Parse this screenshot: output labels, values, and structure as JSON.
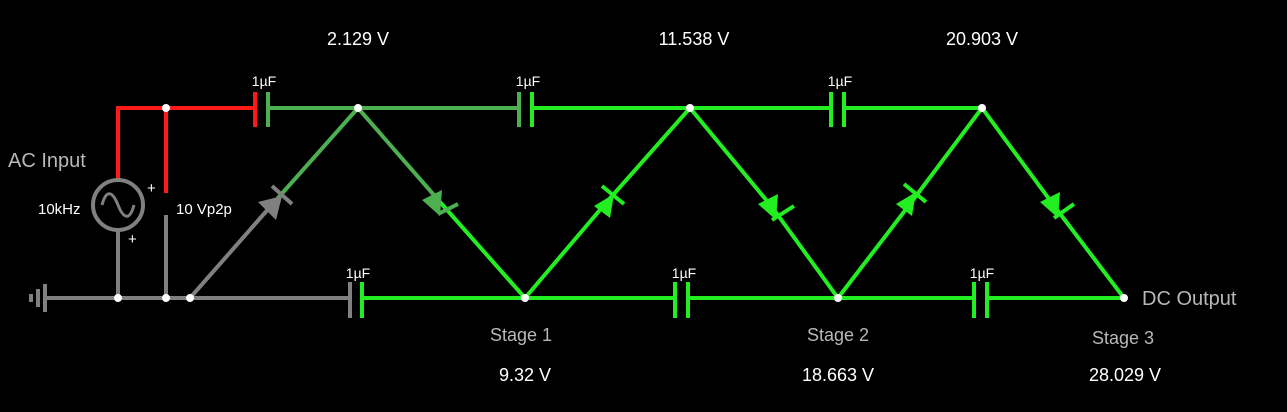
{
  "colors": {
    "background": "#000000",
    "bright_green": "#22ee22",
    "dim_green": "#4caf50",
    "red": "#ff1a1a",
    "gray": "#808080",
    "text": "#ffffff",
    "muted_text": "#b8b8b8"
  },
  "source": {
    "title": "AC Input",
    "frequency": "10kHz",
    "amplitude": "10 Vp2p",
    "plus_sign": "+",
    "plus_sign_2": "+"
  },
  "top_voltages": [
    "2.129 V",
    "11.538 V",
    "20.903 V"
  ],
  "bottom_voltages": [
    "9.32 V",
    "18.663 V",
    "28.029 V"
  ],
  "stages": [
    "Stage 1",
    "Stage 2",
    "Stage 3"
  ],
  "capacitors": {
    "top": [
      "1µF",
      "1µF",
      "1µF"
    ],
    "bottom": [
      "1µF",
      "1µF",
      "1µF"
    ]
  },
  "output_label": "DC Output"
}
